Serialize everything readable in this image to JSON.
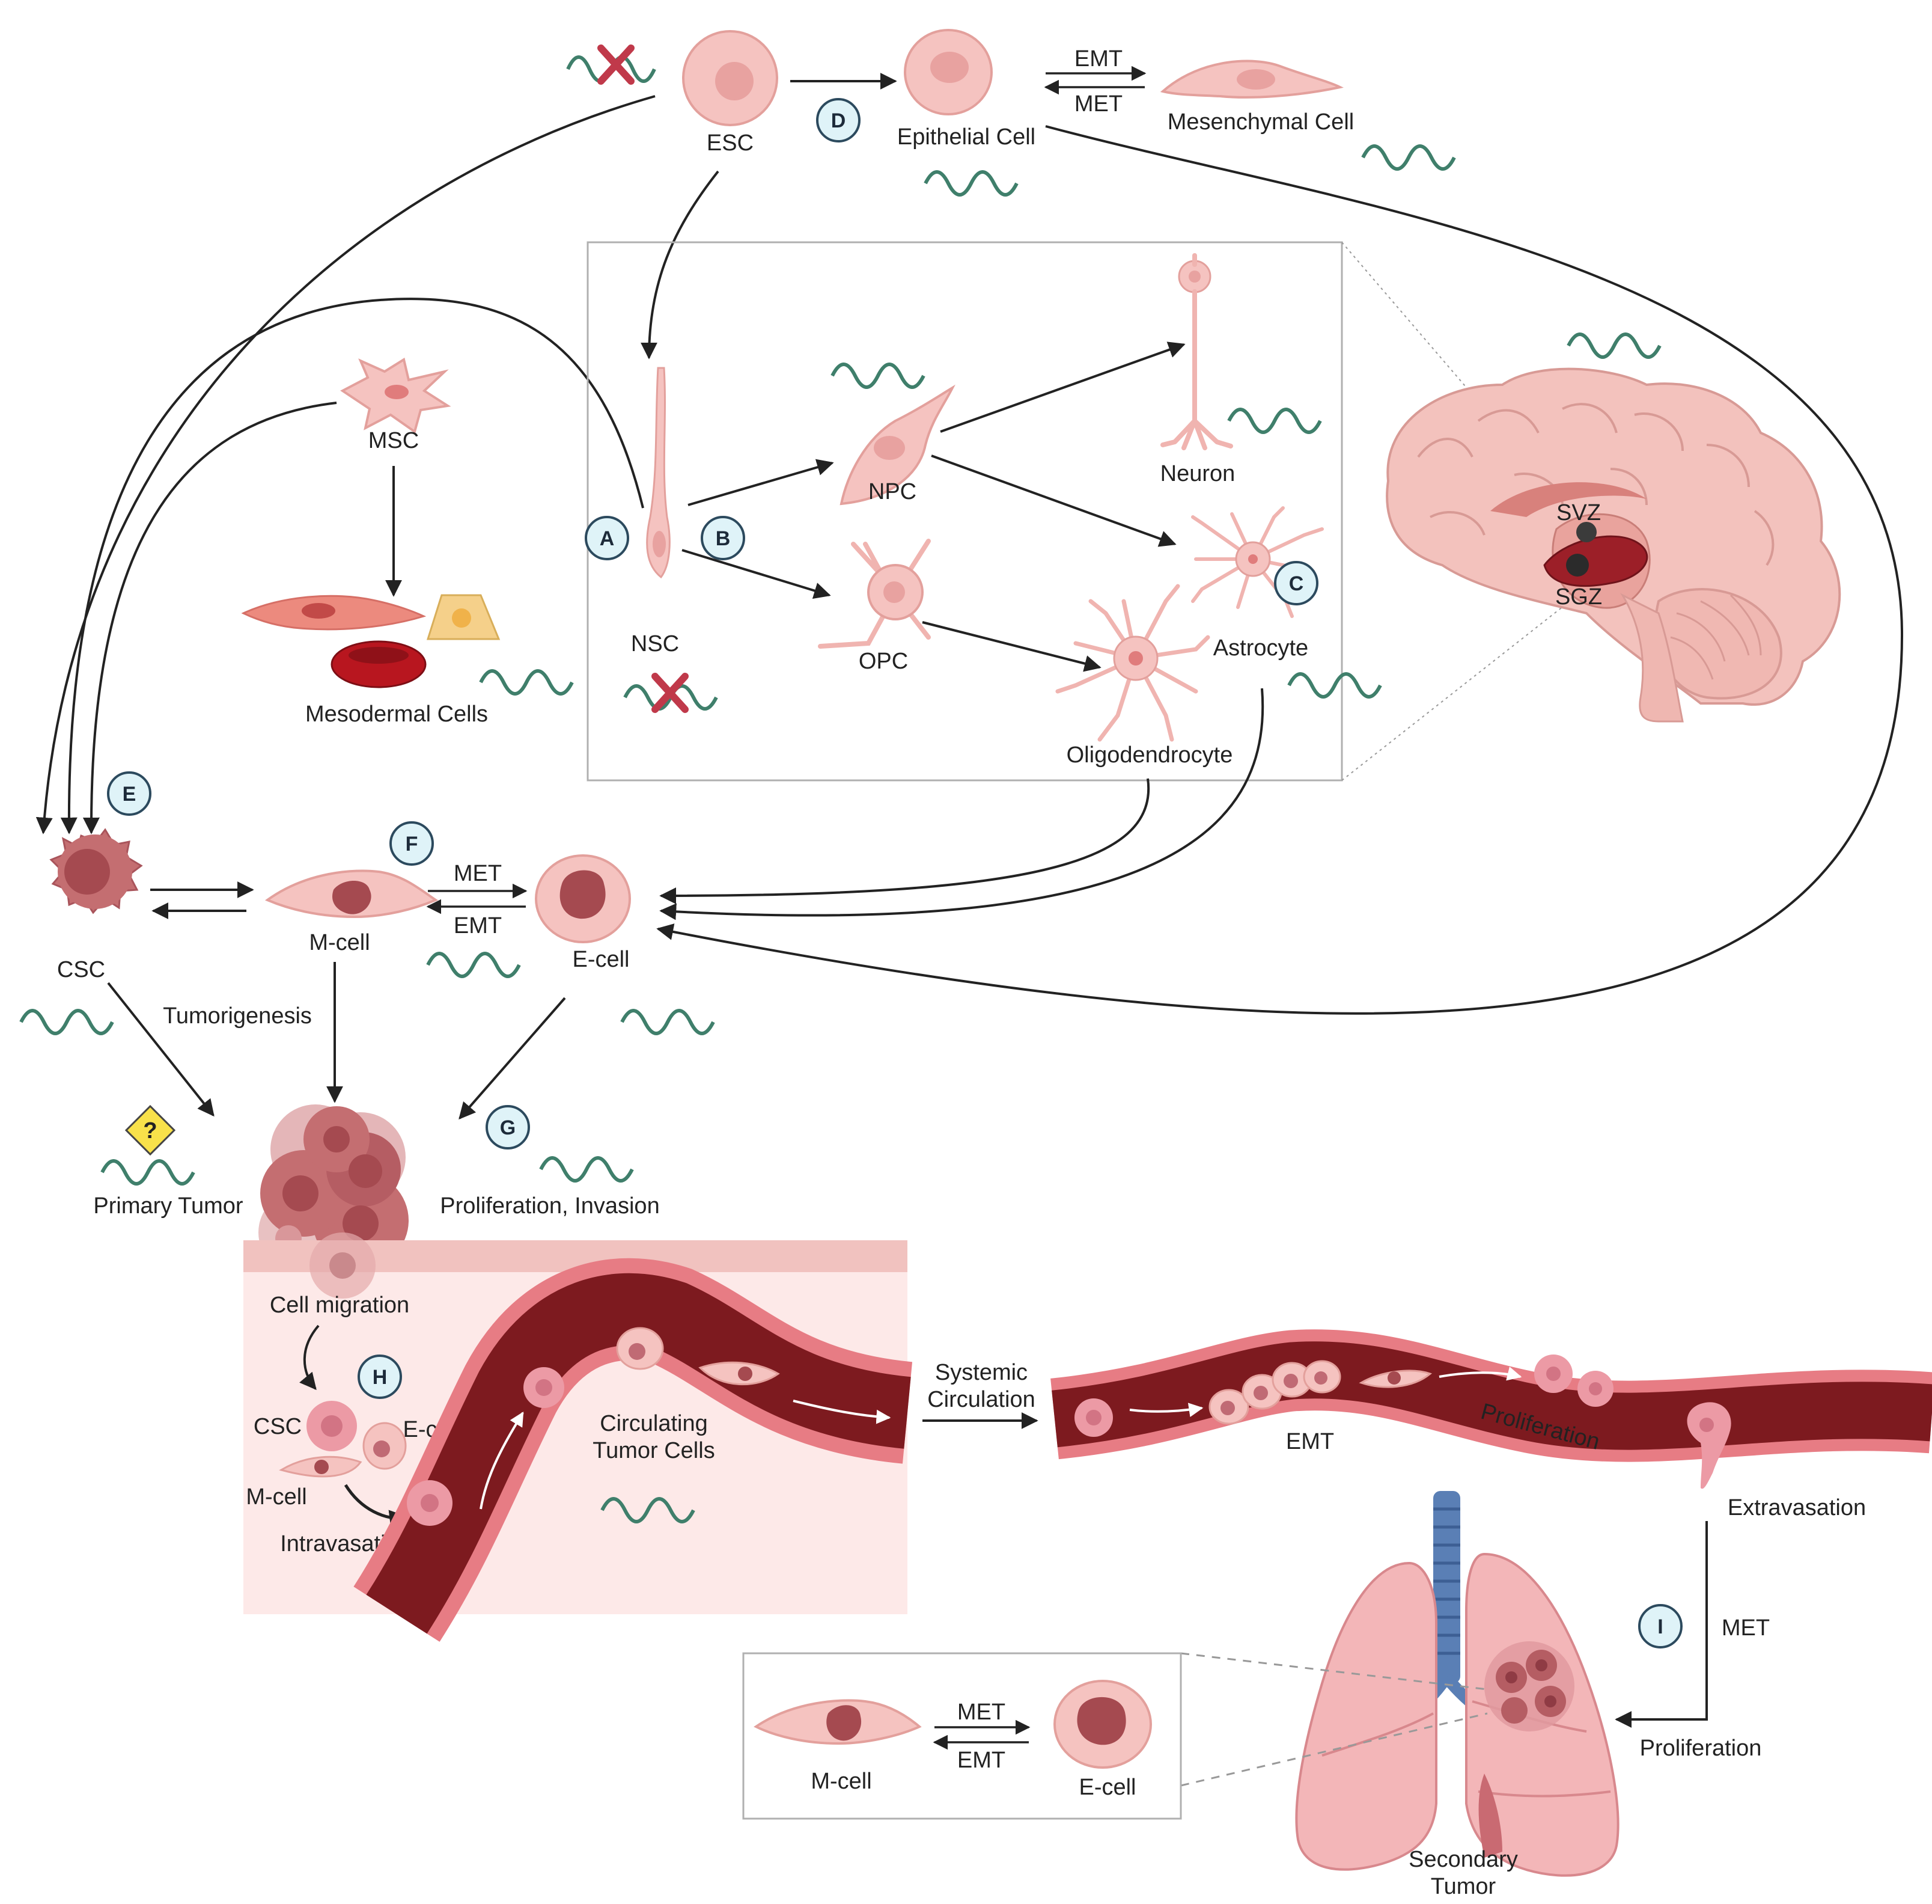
{
  "labels": {
    "esc": "ESC",
    "epithelial": "Epithelial Cell",
    "mesenchymal": "Mesenchymal Cell",
    "emt_top": "EMT",
    "met_top": "MET",
    "msc": "MSC",
    "mesodermal": "Mesodermal Cells",
    "nsc": "NSC",
    "npc": "NPC",
    "opc": "OPC",
    "neuron": "Neuron",
    "astrocyte": "Astrocyte",
    "oligodendrocyte": "Oligodendrocyte",
    "svz": "SVZ",
    "sgz": "SGZ",
    "csc": "CSC",
    "mcell": "M-cell",
    "ecell": "E-cell",
    "met_f": "MET",
    "emt_f": "EMT",
    "tumorigenesis": "Tumorigenesis",
    "primary_tumor": "Primary Tumor",
    "prolif_invasion": "Proliferation, Invasion",
    "cell_migration": "Cell migration",
    "h_csc": "CSC",
    "h_ecell": "E-cell",
    "h_mcell": "M-cell",
    "intravasation": "Intravasation",
    "ctc_1": "Circulating",
    "ctc_2": "Tumor Cells",
    "systemic_1": "Systemic",
    "systemic_2": "Circulation",
    "emt_vessel": "EMT",
    "proliferation_vessel": "Proliferation",
    "extravasation": "Extravasation",
    "met_i": "MET",
    "proliferation_lung": "Proliferation",
    "secondary_1": "Secondary",
    "secondary_2": "Tumor",
    "inset_mcell": "M-cell",
    "inset_ecell": "E-cell",
    "inset_met": "MET",
    "inset_emt": "EMT",
    "question_mark": "?"
  },
  "badges": [
    "A",
    "B",
    "C",
    "D",
    "E",
    "F",
    "G",
    "H",
    "I"
  ],
  "colors": {
    "cell_fill": "#f5c3c0",
    "cell_stroke": "#e3a09c",
    "nucleus": "#e8a2a0",
    "tumor_nucleus": "#a54a50",
    "wave": "#3f7f6b",
    "badge_fill": "#dff3f8",
    "badge_stroke": "#2c4a5e",
    "vessel_dark": "#7d1a1f",
    "vessel_light": "#e77c84",
    "cross": "#c0394a"
  }
}
